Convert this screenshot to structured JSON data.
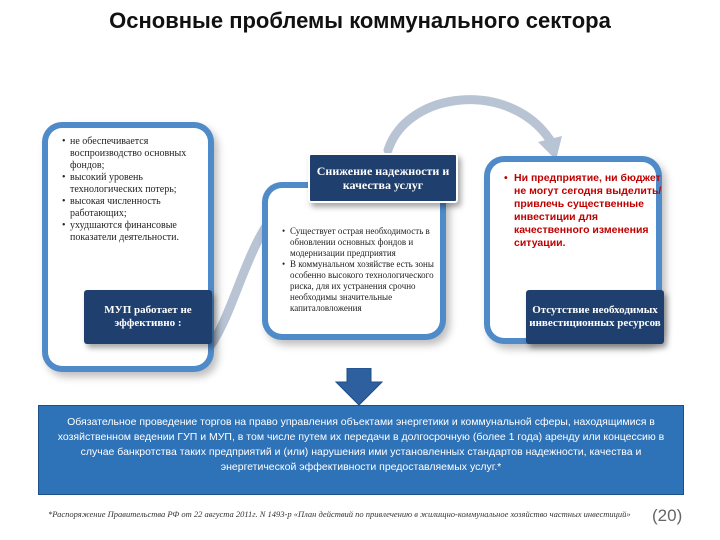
{
  "title": "Основные проблемы коммунального сектора",
  "card_left": {
    "items": [
      "не обеспечивается воспроизводство основных фондов;",
      "высокий уровень технологических потерь;",
      "высокая численность работающих;",
      "ухудшаются финансовые показатели деятельности."
    ],
    "label": "МУП работает не эффективно :"
  },
  "card_center": {
    "label": "Снижение надежности и качества услуг",
    "items": [
      "Существует острая необходимость в обновлении основных фондов и модернизации предприятия",
      "В коммунальном хозяйстве есть зоны особенно высокого технологического риска, для их устранения срочно необходимы значительные капиталовложения"
    ]
  },
  "card_right": {
    "items": [
      "Ни предприятие, ни бюджет не могут сегодня выделить/привлечь существенные инвестиции для качественного изменения ситуации."
    ],
    "label": "Отсутствие необходимых инвестиционных ресурсов"
  },
  "main_text": "Обязательное проведение торгов на право управления объектами энергетики и коммунальной сферы, находящимися в хозяйственном ведении ГУП и МУП, в том числе путем их передачи в долгосрочную (более 1 года) аренду или концессию в случае банкротства таких предприятий и (или) нарушения ими установленных стандартов надежности, качества и энергетической эффективности предоставляемых услуг.*",
  "footnote": "*Распоряжение Правительства РФ от 22 августа 2011г. N 1493-р «План действий по привлечению в жилищно-коммунальное хозяйство частных инвестиций»",
  "page_number": "(20)",
  "colors": {
    "card_border": "#4f8ac9",
    "navy_box": "#1f3f6e",
    "main_box": "#2e72b8",
    "arrow": "#b8c4d4",
    "alert_text": "#c00000"
  }
}
